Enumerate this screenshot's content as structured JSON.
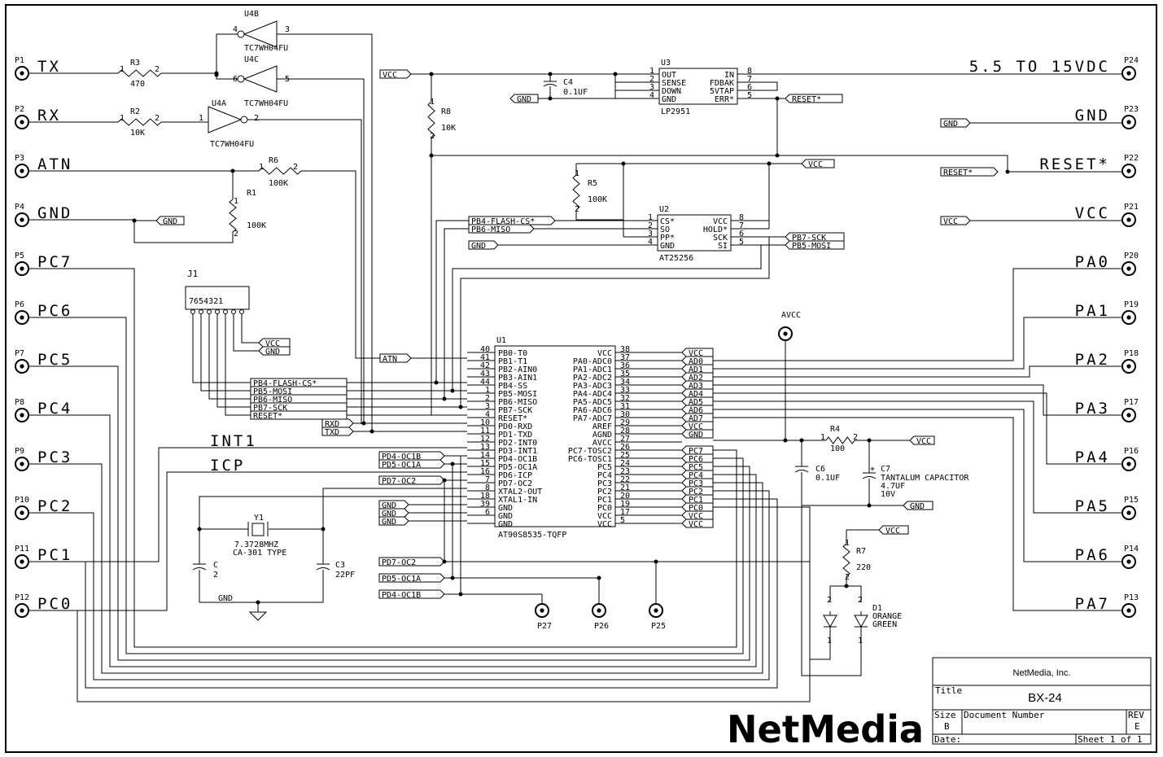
{
  "left_pins": [
    {
      "pin": "P1",
      "label": "TX"
    },
    {
      "pin": "P2",
      "label": "RX"
    },
    {
      "pin": "P3",
      "label": "ATN"
    },
    {
      "pin": "P4",
      "label": "GND"
    },
    {
      "pin": "P5",
      "label": "PC7"
    },
    {
      "pin": "P6",
      "label": "PC6"
    },
    {
      "pin": "P7",
      "label": "PC5"
    },
    {
      "pin": "P8",
      "label": "PC4"
    },
    {
      "pin": "P9",
      "label": "PC3"
    },
    {
      "pin": "P10",
      "label": "PC2"
    },
    {
      "pin": "P11",
      "label": "PC1"
    },
    {
      "pin": "P12",
      "label": "PC0"
    }
  ],
  "right_pins": [
    {
      "pin": "P24",
      "label": "5.5 TO 15VDC"
    },
    {
      "pin": "P23",
      "label": "GND"
    },
    {
      "pin": "P22",
      "label": "RESET*"
    },
    {
      "pin": "P21",
      "label": "VCC"
    },
    {
      "pin": "P20",
      "label": "PA0"
    },
    {
      "pin": "P19",
      "label": "PA1"
    },
    {
      "pin": "P18",
      "label": "PA2"
    },
    {
      "pin": "P17",
      "label": "PA3"
    },
    {
      "pin": "P16",
      "label": "PA4"
    },
    {
      "pin": "P15",
      "label": "PA5"
    },
    {
      "pin": "P14",
      "label": "PA6"
    },
    {
      "pin": "P13",
      "label": "PA7"
    }
  ],
  "bottom_pins": [
    "P27",
    "P26",
    "P25"
  ],
  "avcc_label": "AVCC",
  "u4": {
    "u4b": "U4B",
    "u4c": "U4C",
    "u4a": "U4A",
    "part": "TC7WH04FU",
    "pins": {
      "b_in": "4",
      "b_out": "3",
      "c_in": "6",
      "c_out": "5",
      "a_in": "1",
      "a_out": "2"
    }
  },
  "resistors": {
    "r3": {
      "ref": "R3",
      "value": "470"
    },
    "r2": {
      "ref": "R2",
      "value": "10K"
    },
    "r6": {
      "ref": "R6",
      "value": "100K"
    },
    "r1": {
      "ref": "R1",
      "value": "100K"
    },
    "r8": {
      "ref": "R8",
      "value": "10K"
    },
    "r5": {
      "ref": "R5",
      "value": "100K"
    },
    "r4": {
      "ref": "R4",
      "value": "100"
    },
    "r7": {
      "ref": "R7",
      "value": "220"
    }
  },
  "pin_nums": {
    "one": "1",
    "two": "2"
  },
  "caps": {
    "c4": {
      "ref": "C4",
      "value": "0.1UF"
    },
    "c6": {
      "ref": "C6",
      "value": "0.1UF"
    },
    "c7": {
      "ref": "C7",
      "value": "TANTALUM CAPACITOR",
      "v2": "4.7UF",
      "v3": "10V",
      "plus": "+"
    },
    "c2": {
      "ref": "C",
      "value": "2"
    },
    "c3": {
      "ref": "C3",
      "value": "22PF"
    }
  },
  "crystal": {
    "ref": "Y1",
    "freq": "7.3728MHZ",
    "type": "CA-301 TYPE"
  },
  "diode": {
    "ref": "D1",
    "c1": "ORANGE",
    "c2": "GREEN"
  },
  "j1": {
    "ref": "J1",
    "pins": "7654321"
  },
  "u3": {
    "ref": "U3",
    "part": "LP2951",
    "left": [
      {
        "n": "1",
        "l": "OUT"
      },
      {
        "n": "2",
        "l": "SENSE"
      },
      {
        "n": "3",
        "l": "DOWN"
      },
      {
        "n": "4",
        "l": "GND"
      }
    ],
    "right": [
      {
        "n": "8",
        "l": "IN"
      },
      {
        "n": "7",
        "l": "FDBAK"
      },
      {
        "n": "6",
        "l": "5VTAP"
      },
      {
        "n": "5",
        "l": "ERR*"
      }
    ]
  },
  "u2": {
    "ref": "U2",
    "part": "AT25256",
    "left": [
      {
        "n": "1",
        "l": "CS*"
      },
      {
        "n": "2",
        "l": "SO"
      },
      {
        "n": "3",
        "l": "PP*"
      },
      {
        "n": "4",
        "l": "GND"
      }
    ],
    "right": [
      {
        "n": "8",
        "l": "VCC"
      },
      {
        "n": "7",
        "l": "HOLD*"
      },
      {
        "n": "6",
        "l": "SCK"
      },
      {
        "n": "5",
        "l": "SI"
      }
    ]
  },
  "u1": {
    "ref": "U1",
    "part": "AT90S8535-TQFP",
    "left": [
      {
        "n": "40",
        "l": "PB0-T0"
      },
      {
        "n": "41",
        "l": "PB1-T1"
      },
      {
        "n": "42",
        "l": "PB2-AIN0"
      },
      {
        "n": "43",
        "l": "PB3-AIN1"
      },
      {
        "n": "44",
        "l": "PB4-SS"
      },
      {
        "n": "1",
        "l": "PB5-MOSI"
      },
      {
        "n": "2",
        "l": "PB6-MISO"
      },
      {
        "n": "3",
        "l": "PB7-SCK"
      },
      {
        "n": "4",
        "l": "RESET*"
      },
      {
        "n": "10",
        "l": "PD0-RXD"
      },
      {
        "n": "11",
        "l": "PD1-TXD"
      },
      {
        "n": "12",
        "l": "PD2-INT0"
      },
      {
        "n": "13",
        "l": "PD3-INT1"
      },
      {
        "n": "14",
        "l": "PD4-OC1B"
      },
      {
        "n": "15",
        "l": "PD5-OC1A"
      },
      {
        "n": "16",
        "l": "PD6-ICP"
      },
      {
        "n": "7",
        "l": "PD7-OC2"
      },
      {
        "n": "8",
        "l": "XTAL2-OUT"
      },
      {
        "n": "18",
        "l": "XTAL1-IN"
      },
      {
        "n": "39",
        "l": "GND"
      },
      {
        "n": "6",
        "l": "GND"
      },
      {
        "n": "",
        "l": "GND"
      }
    ],
    "right": [
      {
        "n": "38",
        "l": "VCC"
      },
      {
        "n": "37",
        "l": "PA0-ADC0"
      },
      {
        "n": "36",
        "l": "PA1-ADC1"
      },
      {
        "n": "35",
        "l": "PA2-ADC2"
      },
      {
        "n": "34",
        "l": "PA3-ADC3"
      },
      {
        "n": "33",
        "l": "PA4-ADC4"
      },
      {
        "n": "32",
        "l": "PA5-ADC5"
      },
      {
        "n": "31",
        "l": "PA6-ADC6"
      },
      {
        "n": "30",
        "l": "PA7-ADC7"
      },
      {
        "n": "29",
        "l": "AREF"
      },
      {
        "n": "28",
        "l": "AGND"
      },
      {
        "n": "27",
        "l": "AVCC"
      },
      {
        "n": "26",
        "l": "PC7-TOSC2"
      },
      {
        "n": "25",
        "l": "PC6-TOSC1"
      },
      {
        "n": "24",
        "l": "PC5"
      },
      {
        "n": "23",
        "l": "PC4"
      },
      {
        "n": "22",
        "l": "PC3"
      },
      {
        "n": "21",
        "l": "PC2"
      },
      {
        "n": "20",
        "l": "PC1"
      },
      {
        "n": "19",
        "l": "PC0"
      },
      {
        "n": "17",
        "l": "VCC"
      },
      {
        "n": "5",
        "l": "VCC"
      }
    ]
  },
  "u1_right_flags": [
    "VCC",
    "AD0",
    "AD1",
    "AD2",
    "AD3",
    "AD4",
    "AD5",
    "AD6",
    "AD7",
    "VCC",
    "GND",
    "",
    "PC7",
    "PC6",
    "PC5",
    "PC4",
    "PC3",
    "PC2",
    "PC1",
    "PC0",
    "VCC",
    "VCC"
  ],
  "u1_left_flags": {
    "atn": "ATN",
    "pb4": "PB4-FLASH-CS*",
    "pb5": "PB5-MOSI",
    "pb6": "PB6-MISO",
    "pb7": "PB7-SCK",
    "reset": "RESET*",
    "rxd": "RXD",
    "txd": "TXD"
  },
  "pd_flags": {
    "pd4": "PD4-OC1B",
    "pd5": "PD5-OC1A",
    "pd7": "PD7-OC2"
  },
  "gnd": "GND",
  "vcc": "VCC",
  "misc_flags": {
    "reset": "RESET*",
    "pb4": "PB4-FLASH-CS*",
    "pb6": "PB6-MISO",
    "pb7": "PB7-SCK",
    "pb5": "PB5-MOSI"
  },
  "net_labels": {
    "int1": "INT1",
    "icp": "ICP"
  },
  "title_block": {
    "company": "NetMedia, Inc.",
    "title_label": "Title",
    "title": "BX-24",
    "size_label": "Size",
    "size": "B",
    "docnum_label": "Document Number",
    "rev_label": "REV",
    "rev": "E",
    "date_label": "Date:",
    "sheet": "Sheet 1 of 1"
  },
  "logo": {
    "text": "NetMedia",
    "reg": "®"
  }
}
